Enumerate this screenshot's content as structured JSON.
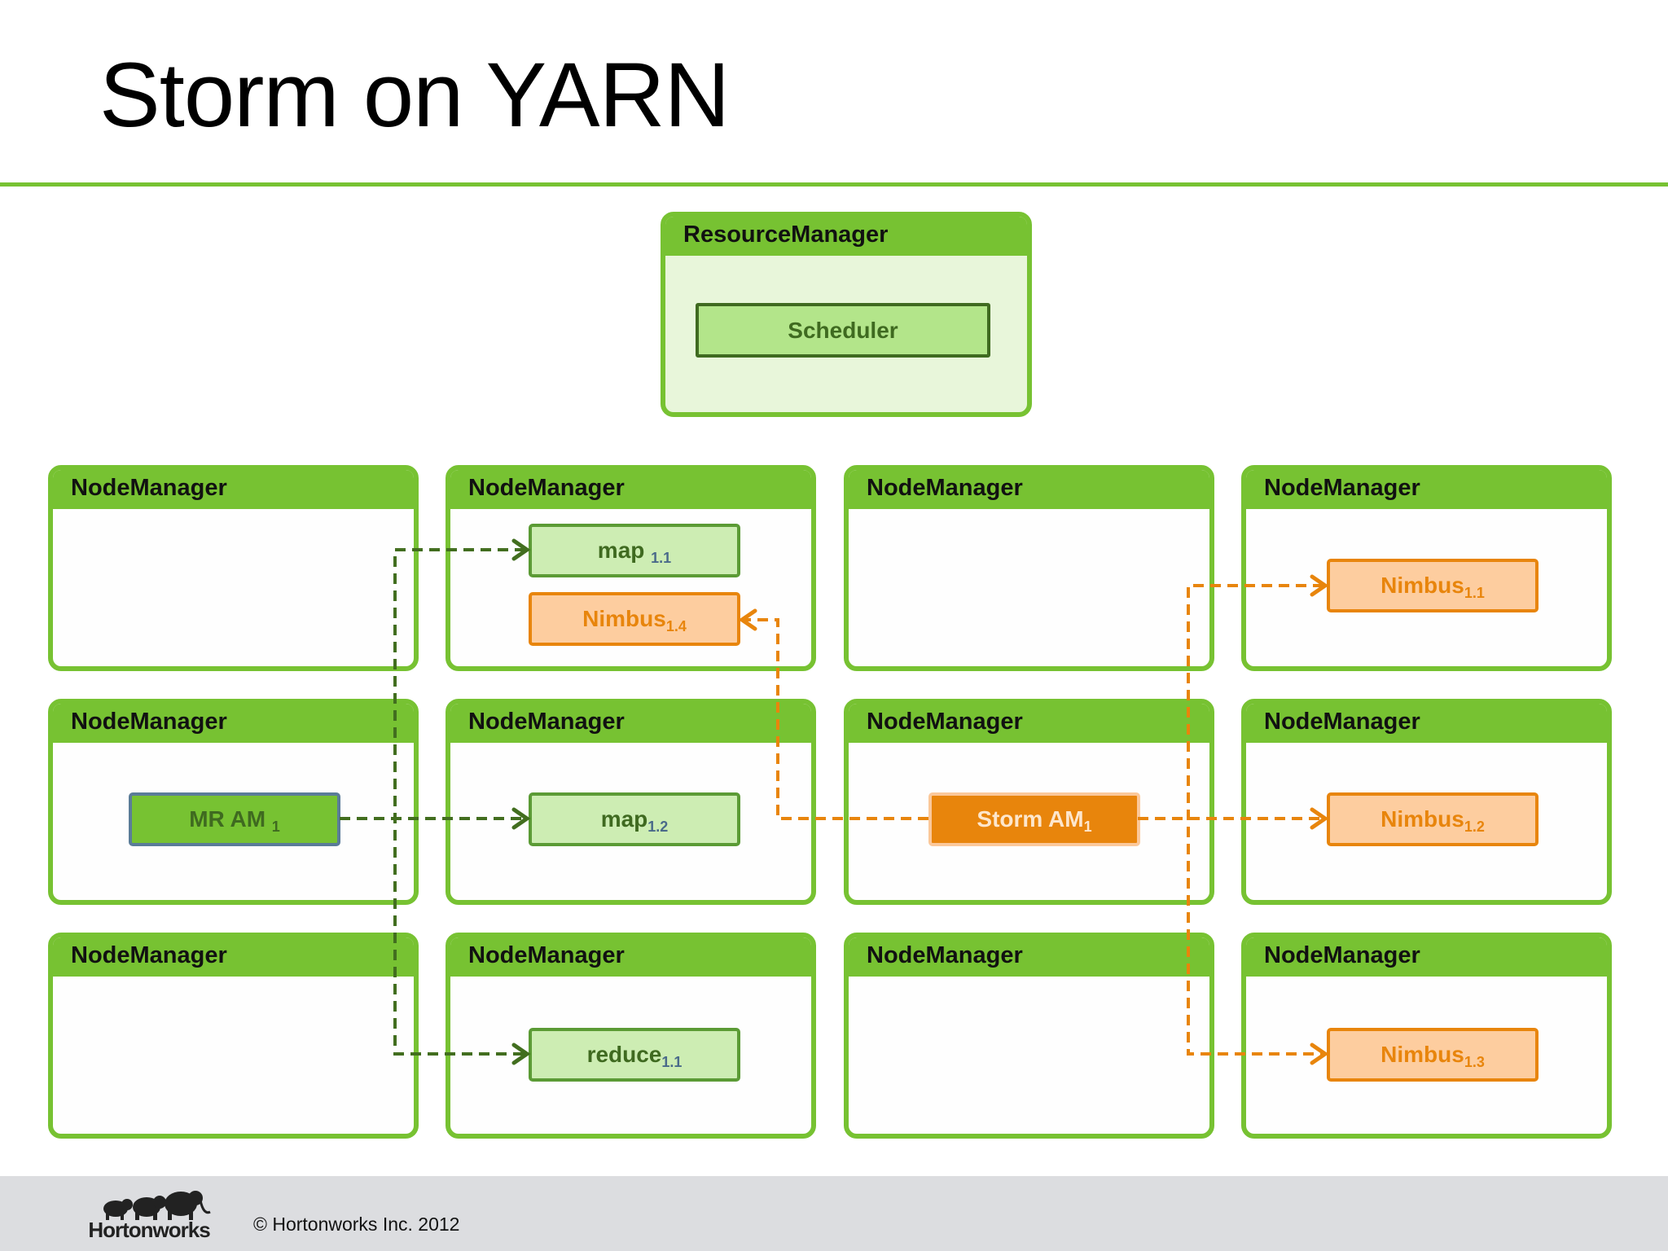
{
  "title": "Storm on YARN",
  "colors": {
    "green": "#77c232",
    "dark_green": "#3f6a20",
    "orange": "#e8850c",
    "light_orange": "#fdcd9f",
    "light_green": "#cdedb3"
  },
  "resource_manager": {
    "title": "ResourceManager",
    "scheduler": "Scheduler"
  },
  "node_manager_title": "NodeManager",
  "tasks": {
    "map11": {
      "label": "map ",
      "sub": "1.1"
    },
    "nimbus14": {
      "label": "Nimbus",
      "sub": "1.4"
    },
    "nimbus11": {
      "label": "Nimbus",
      "sub": "1.1"
    },
    "mram": {
      "label": "MR AM ",
      "sub": "1"
    },
    "map12": {
      "label": "map",
      "sub": "1.2"
    },
    "stormam": {
      "label": "Storm AM",
      "sub": "1"
    },
    "nimbus12": {
      "label": "Nimbus",
      "sub": "1.2"
    },
    "reduce11": {
      "label": "reduce",
      "sub": "1.1"
    },
    "nimbus13": {
      "label": "Nimbus",
      "sub": "1.3"
    }
  },
  "footer": {
    "logo_text": "Hortonworks",
    "copyright": "© Hortonworks Inc. 2012"
  }
}
